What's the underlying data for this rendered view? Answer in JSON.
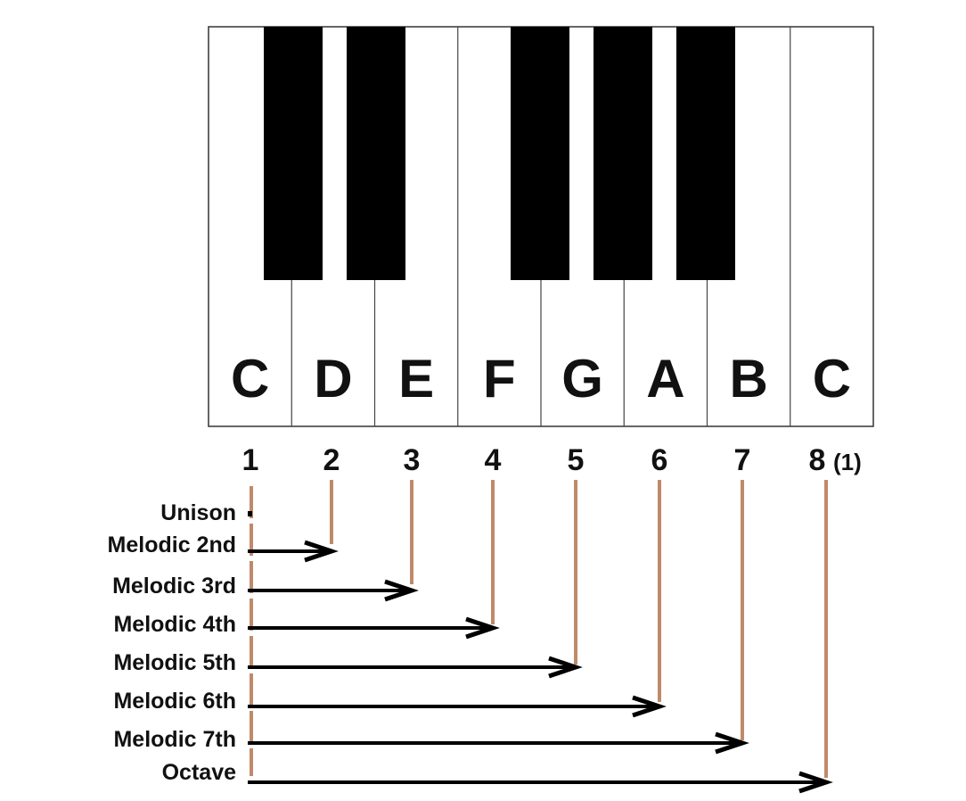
{
  "keyboard": {
    "white_keys": [
      "C",
      "D",
      "E",
      "F",
      "G",
      "A",
      "B",
      "C"
    ],
    "degrees": [
      "1",
      "2",
      "3",
      "4",
      "5",
      "6",
      "7",
      "8"
    ],
    "octave_alt": "(1)"
  },
  "intervals": [
    {
      "label": "Unison",
      "to_degree": 1
    },
    {
      "label": "Melodic 2nd",
      "to_degree": 2
    },
    {
      "label": "Melodic 3rd",
      "to_degree": 3
    },
    {
      "label": "Melodic 4th",
      "to_degree": 4
    },
    {
      "label": "Melodic 5th",
      "to_degree": 5
    },
    {
      "label": "Melodic 6th",
      "to_degree": 6
    },
    {
      "label": "Melodic 7th",
      "to_degree": 7
    },
    {
      "label": "Octave",
      "to_degree": 8
    }
  ],
  "colors": {
    "marker_line": "#c08a6a",
    "arrow": "#000000",
    "black_key": "#000000",
    "white_key": "#ffffff"
  }
}
